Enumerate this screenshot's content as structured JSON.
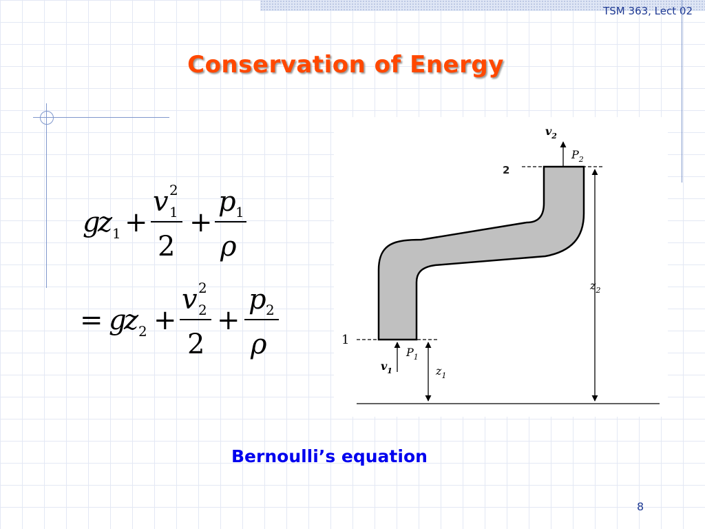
{
  "header": {
    "course_tag": "TSM 363, Lect 02",
    "title": "Conservation of Energy"
  },
  "equation": {
    "line1": {
      "g": "g",
      "z": "z",
      "z_sub": "1",
      "plus1": "+",
      "v": "v",
      "v_sup": "2",
      "v_sub": "1",
      "den1": "2",
      "plus2": "+",
      "p": "p",
      "p_sub": "1",
      "rho": "ρ"
    },
    "line2": {
      "eq": "=",
      "g": "g",
      "z": "z",
      "z_sub": "2",
      "plus1": "+",
      "v": "v",
      "v_sup": "2",
      "v_sub": "2",
      "den1": "2",
      "plus2": "+",
      "p": "p",
      "p_sub": "2",
      "rho": "ρ"
    }
  },
  "diagram": {
    "point_2": "2",
    "point_1": "1",
    "v2": {
      "v": "v",
      "sub": "2"
    },
    "P2": {
      "v": "P",
      "sub": "2"
    },
    "z2": {
      "v": "z",
      "sub": "2"
    },
    "v1": {
      "v": "v",
      "sub": "1"
    },
    "P1": {
      "v": "P",
      "sub": "1"
    },
    "z1": {
      "v": "z",
      "sub": "1"
    },
    "colors": {
      "pipe_fill": "#c0c0c0",
      "stroke": "#000000"
    }
  },
  "caption": "Bernoulli’s equation",
  "page_number": "8"
}
